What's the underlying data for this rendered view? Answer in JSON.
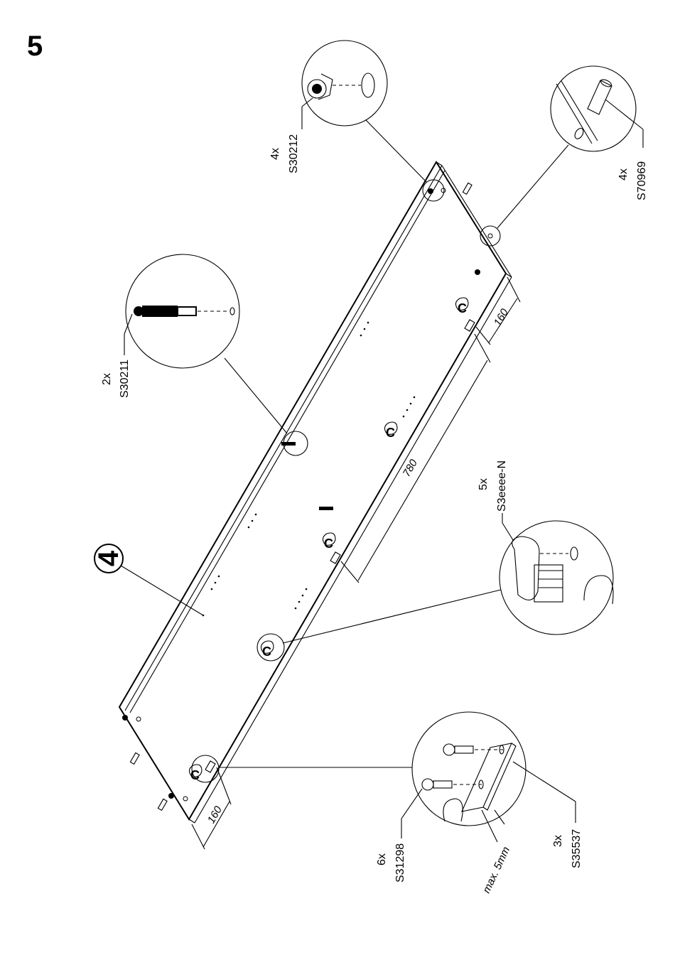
{
  "step": {
    "number": "5"
  },
  "part": {
    "number": "4"
  },
  "callouts": [
    {
      "id": "minifix-bolt",
      "qty": "2x",
      "code": "S30211"
    },
    {
      "id": "cam-lock",
      "qty": "4x",
      "code": "S30212"
    },
    {
      "id": "wood-dowel",
      "qty": "4x",
      "code": "S70969"
    },
    {
      "id": "hanging-bracket",
      "qty": "5x",
      "code": "S3eeee-N"
    },
    {
      "id": "screw",
      "qty": "6x",
      "code": "S31298"
    },
    {
      "id": "angle-plate",
      "qty": "3x",
      "code": "S35537"
    }
  ],
  "dimensions": {
    "end_left": "160",
    "middle": "780",
    "end_right": "160",
    "max_note": "max. 5mm"
  }
}
